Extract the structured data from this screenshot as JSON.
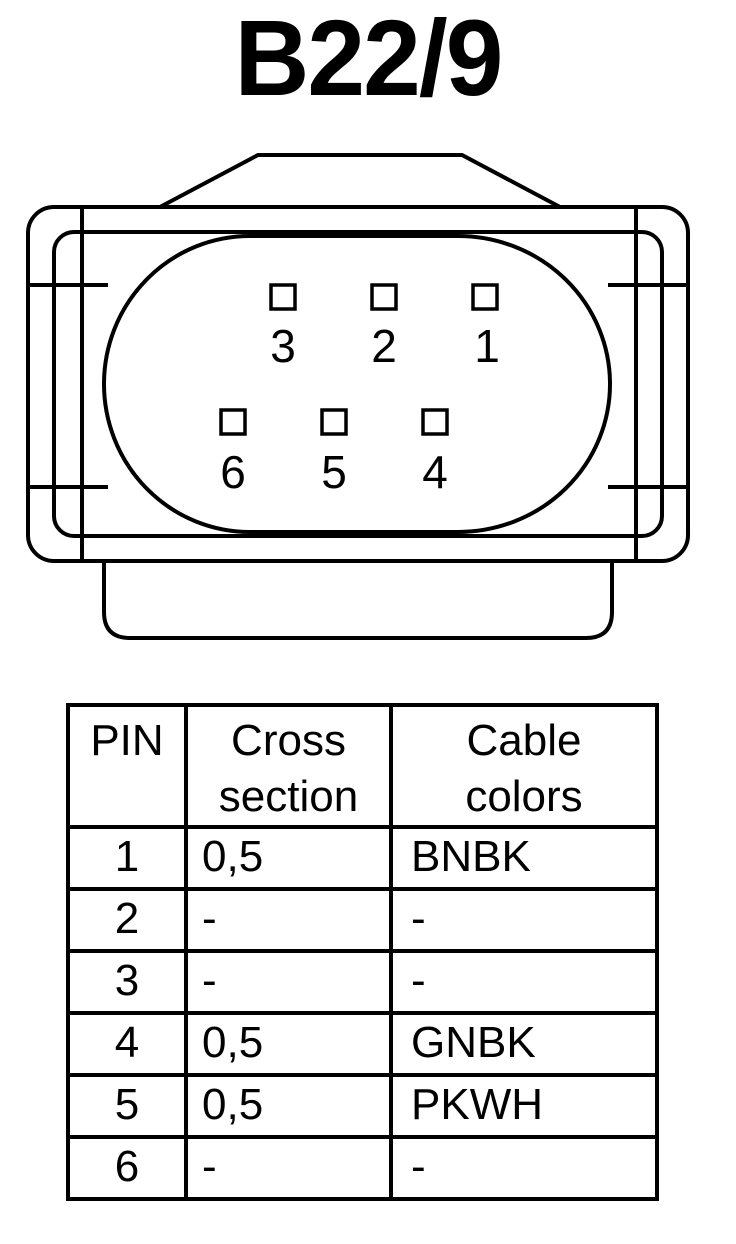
{
  "title": "B22/9",
  "connector": {
    "pin_numbers_top": [
      "3",
      "2",
      "1"
    ],
    "pin_numbers_bottom": [
      "6",
      "5",
      "4"
    ]
  },
  "table": {
    "headers": {
      "pin": "PIN",
      "cross_section": [
        "Cross",
        "section"
      ],
      "cable_colors": [
        "Cable",
        "colors"
      ]
    },
    "rows": [
      {
        "pin": "1",
        "cross_section": "0,5",
        "color": "BNBK"
      },
      {
        "pin": "2",
        "cross_section": "-",
        "color": "-"
      },
      {
        "pin": "3",
        "cross_section": "-",
        "color": "-"
      },
      {
        "pin": "4",
        "cross_section": "0,5",
        "color": "GNBK"
      },
      {
        "pin": "5",
        "cross_section": "0,5",
        "color": "PKWH"
      },
      {
        "pin": "6",
        "cross_section": "-",
        "color": "-"
      }
    ]
  }
}
